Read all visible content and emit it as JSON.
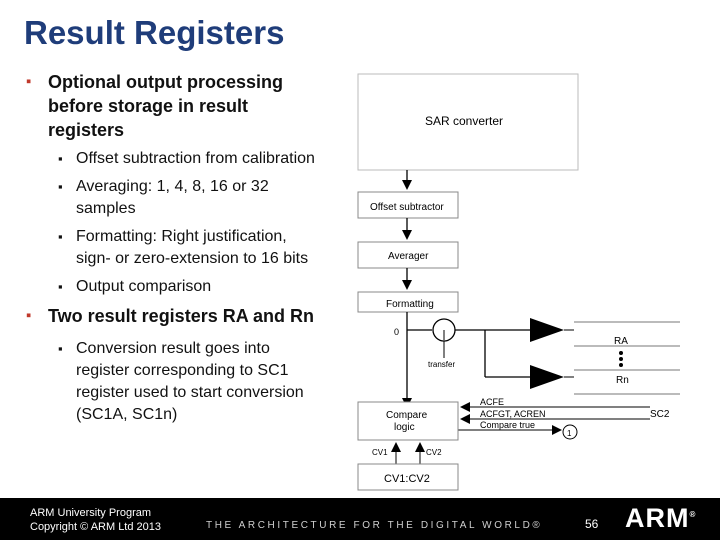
{
  "slide": {
    "title": "Result Registers",
    "bullets": [
      {
        "text": "Optional output processing before storage in result registers",
        "sub": [
          "Offset subtraction from calibration",
          "Averaging: 1, 4, 8, 16 or 32 samples",
          "Formatting: Right justification, sign- or zero-extension to 16 bits",
          "Output comparison"
        ]
      },
      {
        "text": "Two result registers RA and Rn",
        "sub": [
          "Conversion result goes into register corresponding to SC1 register used to start conversion (SC1A, SC1n)"
        ]
      }
    ]
  },
  "diagram": {
    "sar_converter": "SAR converter",
    "offset_subtractor": "Offset subtractor",
    "averager": "Averager",
    "formatting": "Formatting",
    "zero": "0",
    "one": "1",
    "transfer": "transfer",
    "ra": "RA",
    "rn": "Rn",
    "dots": "•\n•\n•",
    "acfe": "ACFE",
    "acfgt_acren": "ACFGT, ACREN",
    "compare_true": "Compare true",
    "sc2": "SC2",
    "compare_logic_line1": "Compare",
    "compare_logic_line2": "logic",
    "cv1": "CV1",
    "cv2": "CV2",
    "cv1_cv2": "CV1:CV2"
  },
  "footer": {
    "program": "ARM University Program",
    "copyright": "Copyright © ARM Ltd 2013",
    "tagline": "THE ARCHITECTURE FOR THE DIGITAL WORLD®",
    "page_number": "56",
    "logo": "ARM",
    "logo_mark": "®"
  },
  "colors": {
    "title": "#1f3d7a",
    "bullet_marker": "#c0392b",
    "footer_bg": "#000000"
  }
}
